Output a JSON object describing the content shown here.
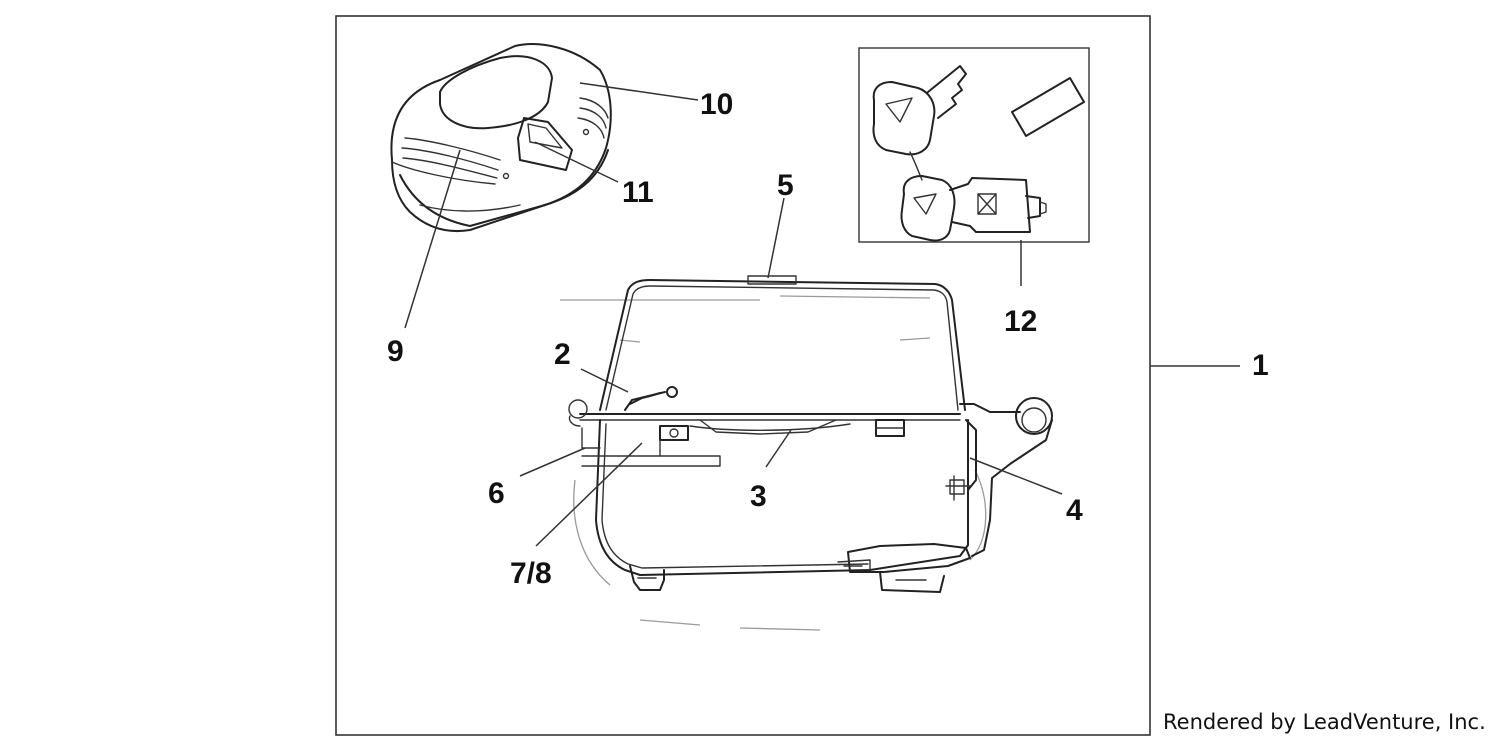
{
  "credit": "Rendered by LeadVenture, Inc.",
  "callouts": {
    "c1": "1",
    "c2": "2",
    "c3": "3",
    "c4": "4",
    "c5": "5",
    "c6": "6",
    "c78": "7/8",
    "c9": "9",
    "c10": "10",
    "c11": "11",
    "c12": "12"
  },
  "colors": {
    "line": "#222222",
    "frame": "#333333",
    "background": "#ffffff"
  }
}
